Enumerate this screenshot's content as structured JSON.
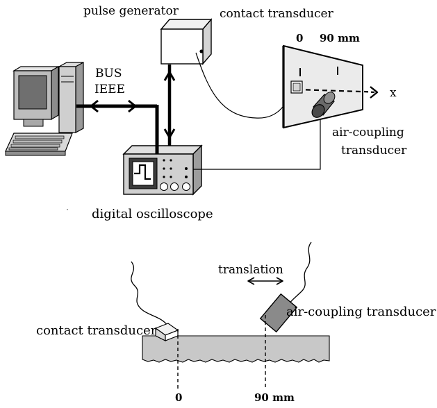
{
  "top_diagram": {
    "pulse_generator": "pulse generator",
    "contact_transducer": "contact transducer",
    "bus": "BUS",
    "ieee": "IEEE",
    "tick_0": "0",
    "tick_90": "90 mm",
    "axis_x": "x",
    "air_coupling_line1": "air-coupling",
    "air_coupling_line2": "transducer",
    "oscilloscope": "digital oscilloscope"
  },
  "bottom_diagram": {
    "translation": "translation",
    "air_coupling_transducer": "air-coupling transducer",
    "contact_transducer": "contact transducer",
    "mark_0": "0",
    "mark_90": "90 mm"
  },
  "colors": {
    "line": "#000000",
    "panel_fill": "#ebebeb",
    "specimen_fill": "#c8c8c8",
    "transducer_fill": "#8a8a8a"
  }
}
